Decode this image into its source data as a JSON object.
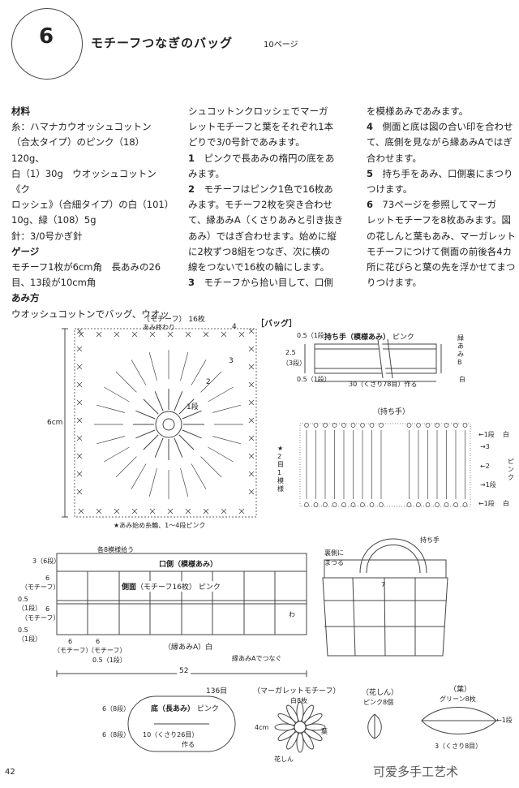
{
  "header": {
    "number": "6",
    "title": "モチーフつなぎのバッグ",
    "page_ref": "10ページ"
  },
  "col1": {
    "materials_head": "材料",
    "materials_lines": [
      "糸：ハマナカウオッシュコットン",
      "（合太タイプ）のピンク（18）120g、",
      "白（1）30g　ウオッシュコットン《ク",
      "ロッシェ》（合細タイプ）の白（101）",
      "10g、緑（108）5g",
      "針：3/0号かぎ針"
    ],
    "gauge_head": "ゲージ",
    "gauge_lines": [
      "モチーフ1枚が6cm角　長あみの26",
      "目、13段が10cm角"
    ],
    "method_head": "あみ方",
    "method_lines": [
      "ウオッシュコットンでバッグ、ウオッ"
    ]
  },
  "col2": {
    "lines_intro": [
      "シュコットンクロッシェでマーガ",
      "レットモチーフと葉をそれぞれ1本",
      "どりで3/0号針であみます。"
    ],
    "steps": [
      {
        "n": "1",
        "lines": [
          "　ピンクで長あみの楕円の底をあ",
          "みます。"
        ]
      },
      {
        "n": "2",
        "lines": [
          "　モチーフはピンク1色で16枚あ",
          "みます。モチーフ2枚を突き合わせ",
          "て、縁あみA（くさりあみと引き抜き",
          "あみ）ではぎ合わせます。始めに縦",
          "に2枚ずつ8組をつなぎ、次に横の",
          "線をつないで16枚の輪にします。"
        ]
      },
      {
        "n": "3",
        "lines": [
          "　モチーフから拾い目して、口側"
        ]
      }
    ]
  },
  "col3": {
    "lines_intro": [
      "を模様あみであみます。"
    ],
    "steps": [
      {
        "n": "4",
        "lines": [
          "　側面と底は図の合い印を合わせ",
          "て、底側を見ながら縁あみAではぎ",
          "合わせます。"
        ]
      },
      {
        "n": "5",
        "lines": [
          "　持ち手をあみ、口側裏にまつり",
          "つけます。"
        ]
      },
      {
        "n": "6",
        "lines": [
          "　73ページを参照してマーガ",
          "レットモチーフを8枚あみます。図",
          "の花しんと葉もあみ、マーガレット",
          "モチーフにつけて側面の前後各4カ",
          "所に花びらと葉の先を浮かせてまつ",
          "りつけます。"
        ]
      }
    ]
  },
  "motif": {
    "title": "（モチーフ）",
    "count": "16枚",
    "end": "あみ終わり",
    "size": "6cm",
    "rounds": [
      "1段",
      "2",
      "3",
      "4"
    ],
    "note": "★あみ始め糸輪、1〜4段ピンク"
  },
  "bag_label": "［バッグ］",
  "handle_top": {
    "title": "持ち手（模様あみ）",
    "color": "ピンク",
    "border": "緑あみB",
    "border_color": "白",
    "dims_left": [
      "0.5（1段）",
      "2.5",
      "（3段）",
      "0.5（1段）"
    ],
    "dims_bottom": "30（くさり78目）作る"
  },
  "handle_chart": {
    "title": "（持ち手）",
    "left_note": [
      "★2目1模様"
    ],
    "rows_right": [
      "←1段",
      "→3",
      "←2",
      "→1段",
      "←1段"
    ],
    "right_colors": [
      "白",
      "ピンク",
      "白"
    ]
  },
  "body": {
    "top_pick": "各8模様拾う",
    "mouth": "口側（模様あみ）",
    "side": "側面",
    "side_note": "（モチーフ16枚）",
    "side_color": "ピンク",
    "wa": "わ",
    "left_dims": [
      "3（6段）",
      "6",
      "（モチーフ）",
      "0.5",
      "（1段）",
      "6",
      "（モチーフ）",
      "0.5",
      "（1段）"
    ],
    "bottom_dims": [
      "6",
      "0.5",
      "6"
    ],
    "bottom_dims_labels": [
      "（モチーフ）",
      "（モチーフ）",
      "0.5（1段）"
    ],
    "edge_a": "（縁あみA）白",
    "edge_a_join": "縁あみAでつなぐ",
    "width": "52"
  },
  "bottom": {
    "top_count": "136目",
    "title": "底（長あみ）",
    "color": "ピンク",
    "chain": "10（くさり26目）",
    "make": "作る",
    "left_dims": [
      "6（8段）",
      "6（8段）"
    ]
  },
  "bag_view": {
    "handle": "持ち手",
    "back_note": [
      "裏側に",
      "まつる"
    ],
    "num": "7"
  },
  "margaret": {
    "title": "（マーガレットモチーフ）",
    "count": "白8枚",
    "size": "4cm",
    "leaf": "葉",
    "center": "花しん"
  },
  "center": {
    "title": "（花しん）",
    "note": "ピンク8個"
  },
  "leaf": {
    "title": "（葉）",
    "note": "グリーン8枚",
    "row": "←1段",
    "chain": "3（くさり8目）"
  },
  "footer": {
    "page": "42",
    "watermark": "可爱多手工艺术"
  }
}
